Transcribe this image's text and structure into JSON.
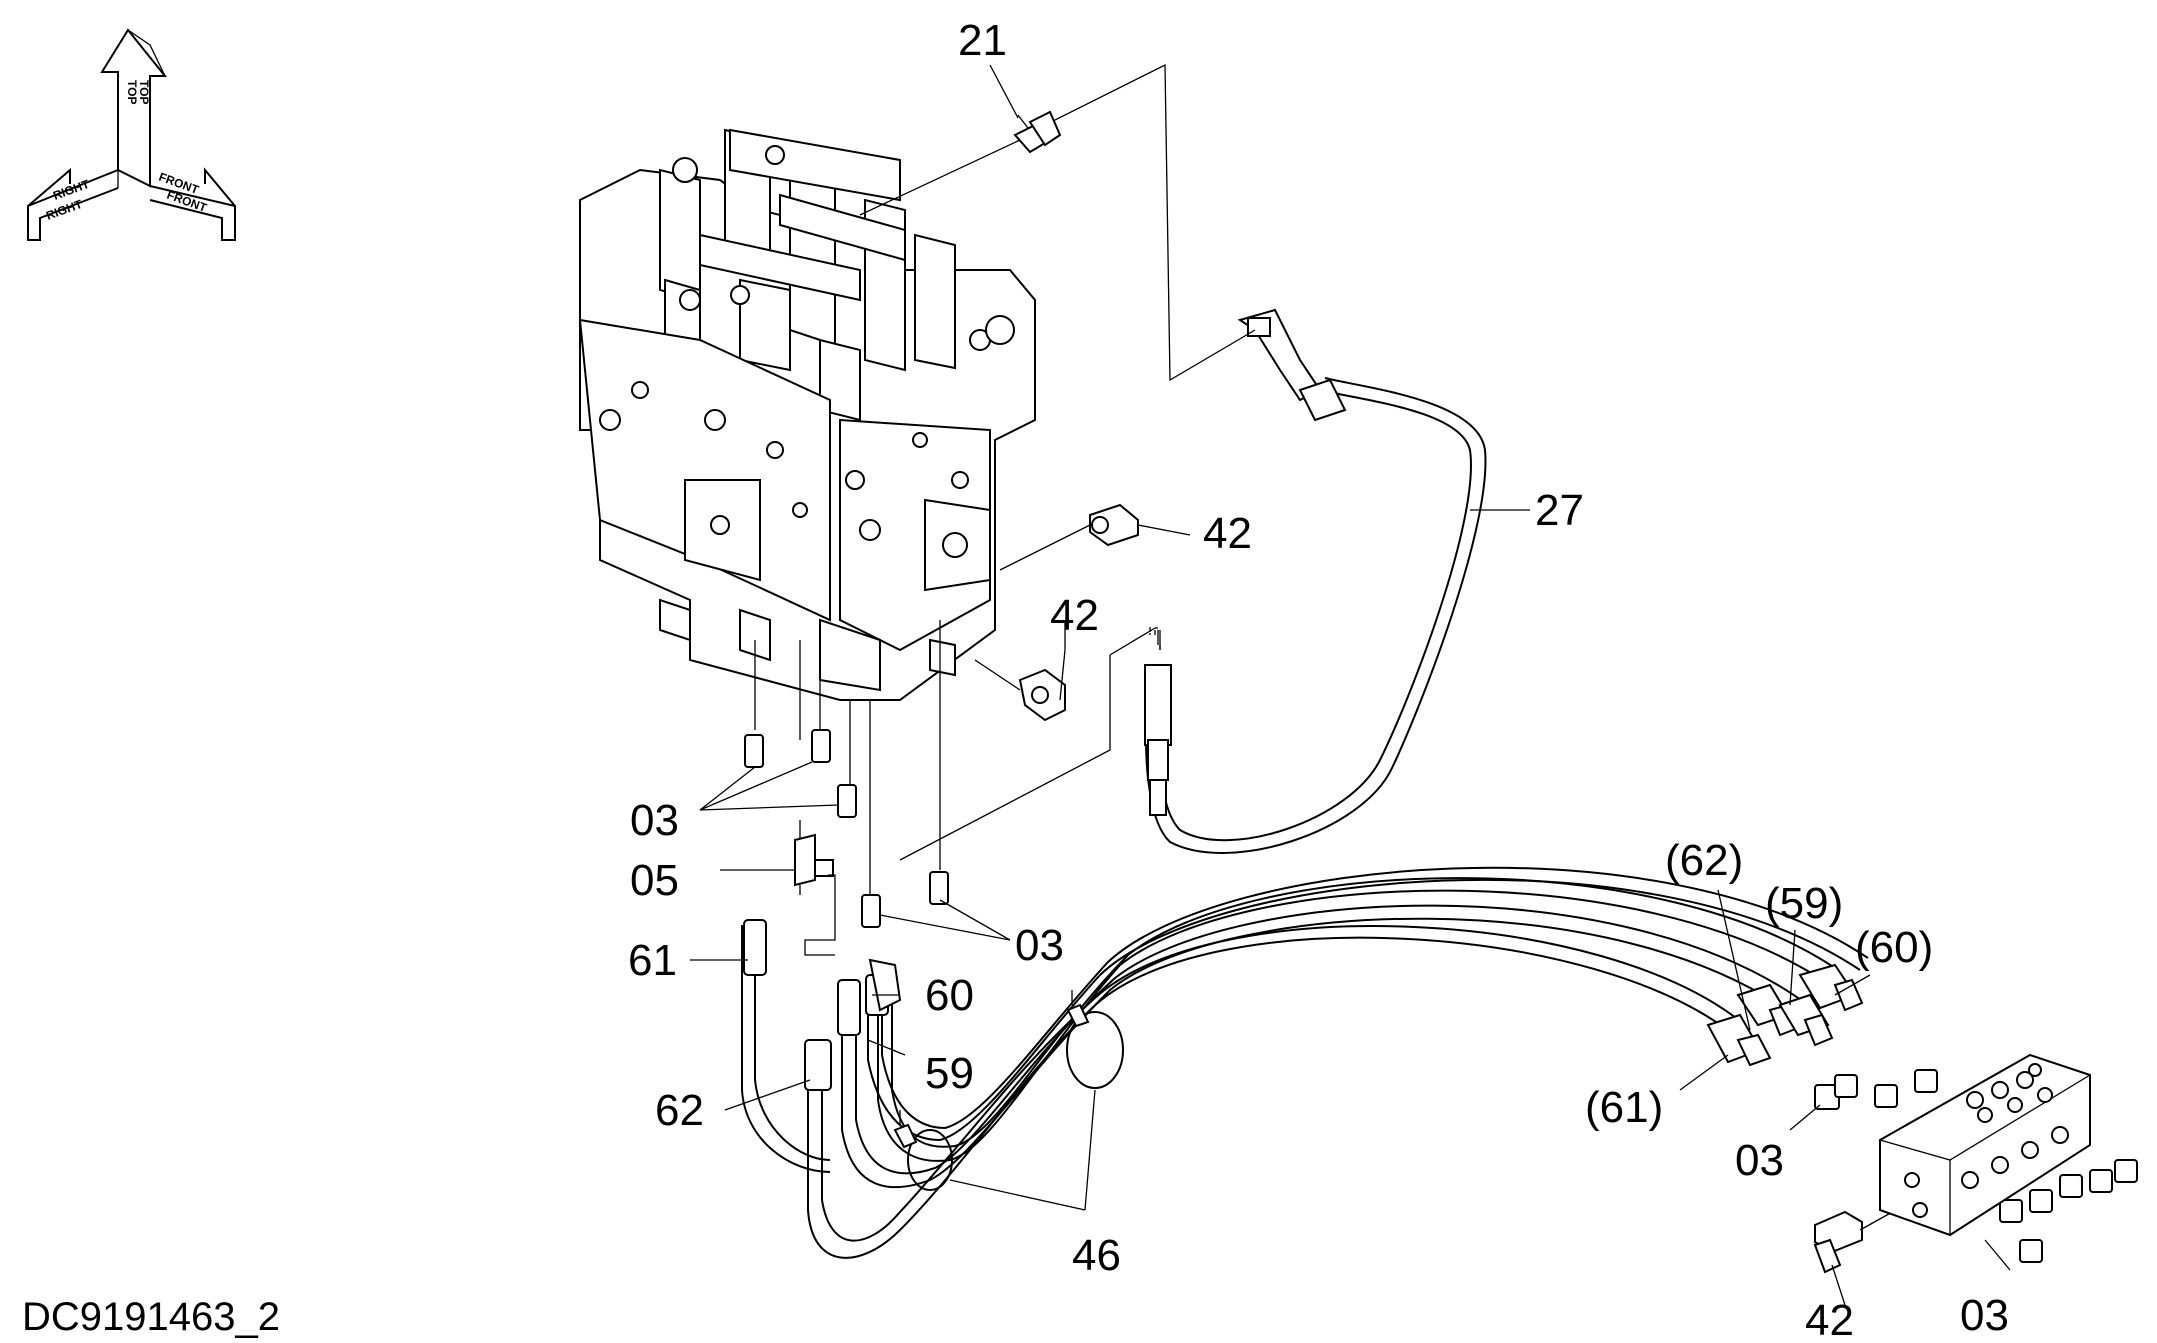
{
  "drawing_id": "DC9191463_2",
  "orientation": {
    "top": "TOP",
    "right": "RIGHT",
    "front": "FRONT"
  },
  "callouts": {
    "c21": "21",
    "c27": "27",
    "c42a": "42",
    "c42b": "42",
    "c42c": "42",
    "c03a": "03",
    "c03b": "03",
    "c03c": "03",
    "c03d": "03",
    "c05": "05",
    "c61": "61",
    "c60": "60",
    "c59": "59",
    "c62": "62",
    "c46": "46",
    "c62p": "(62)",
    "c59p": "(59)",
    "c60p": "(60)",
    "c61p": "(61)"
  }
}
